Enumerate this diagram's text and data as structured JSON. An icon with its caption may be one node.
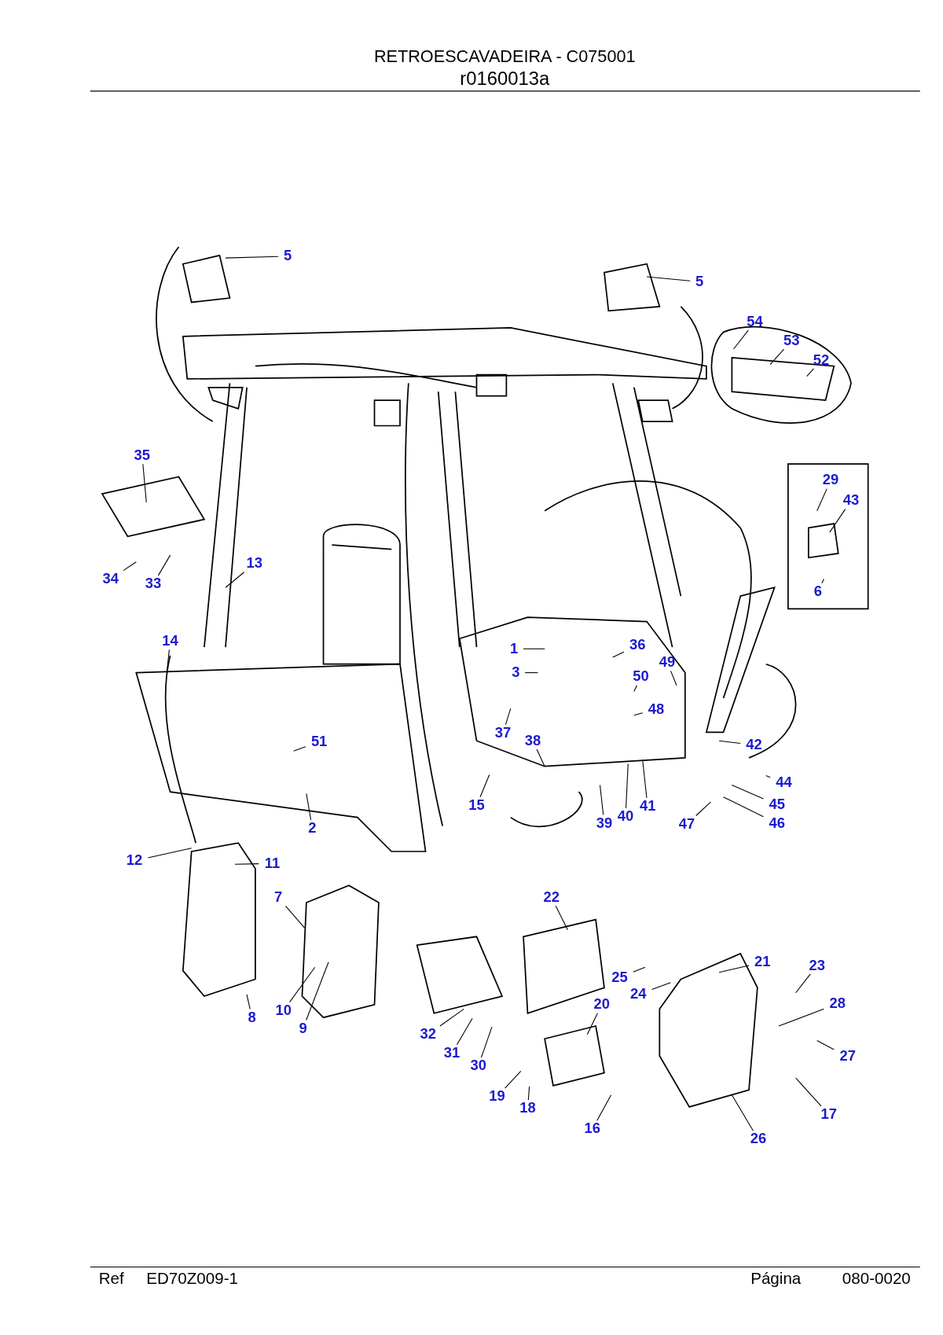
{
  "diagram": {
    "title": "RETROESCAVADEIRA - C075001",
    "nodes": [
      {
        "text": [
          "5"
        ]
      },
      {
        "text": [
          "5"
        ]
      },
      {
        "text": [
          "54"
        ]
      },
      {
        "text": [
          "53"
        ]
      },
      {
        "text": [
          "52"
        ]
      },
      {
        "text": [
          "35"
        ]
      },
      {
        "text": [
          "29"
        ]
      },
      {
        "text": [
          "43"
        ]
      },
      {
        "text": [
          "34"
        ]
      },
      {
        "text": [
          "33"
        ]
      },
      {
        "text": [
          "13"
        ]
      },
      {
        "text": [
          "6"
        ]
      },
      {
        "text": [
          "14"
        ]
      },
      {
        "text": [
          "1"
        ]
      },
      {
        "text": [
          "36"
        ]
      },
      {
        "text": [
          "3"
        ]
      },
      {
        "text": [
          "49"
        ]
      },
      {
        "text": [
          "50"
        ]
      },
      {
        "text": [
          "48"
        ]
      },
      {
        "text": [
          "37"
        ]
      },
      {
        "text": [
          "38"
        ]
      },
      {
        "text": [
          "51"
        ]
      },
      {
        "text": [
          "42"
        ]
      },
      {
        "text": [
          "15"
        ]
      },
      {
        "text": [
          "44"
        ]
      },
      {
        "text": [
          "39"
        ]
      },
      {
        "text": [
          "40"
        ]
      },
      {
        "text": [
          "41"
        ]
      },
      {
        "text": [
          "45"
        ]
      },
      {
        "text": [
          "2"
        ]
      },
      {
        "text": [
          "47"
        ]
      },
      {
        "text": [
          "46"
        ]
      },
      {
        "text": [
          "12"
        ]
      },
      {
        "text": [
          "11"
        ]
      },
      {
        "text": [
          "7"
        ]
      },
      {
        "text": [
          "22"
        ]
      },
      {
        "text": [
          "21"
        ]
      },
      {
        "text": [
          "23"
        ]
      },
      {
        "text": [
          "25"
        ]
      },
      {
        "text": [
          "24"
        ]
      },
      {
        "text": [
          "8"
        ]
      },
      {
        "text": [
          "10"
        ]
      },
      {
        "text": [
          "9"
        ]
      },
      {
        "text": [
          "20"
        ]
      },
      {
        "text": [
          "28"
        ]
      },
      {
        "text": [
          "32"
        ]
      },
      {
        "text": [
          "27"
        ]
      },
      {
        "text": [
          "31"
        ]
      },
      {
        "text": [
          "30"
        ]
      },
      {
        "text": [
          "19"
        ]
      },
      {
        "text": [
          "18"
        ]
      },
      {
        "text": [
          "17"
        ]
      },
      {
        "text": [
          "16"
        ]
      },
      {
        "text": [
          "26"
        ]
      }
    ],
    "edges": [
      {
        "from": 0,
        "to": null,
        "arrow": "none"
      },
      {
        "from": 1,
        "to": null,
        "arrow": "none"
      },
      {
        "from": 2,
        "to": null,
        "arrow": "none"
      },
      {
        "from": 3,
        "to": null,
        "arrow": "none"
      },
      {
        "from": 4,
        "to": null,
        "arrow": "none"
      },
      {
        "from": 5,
        "to": null,
        "arrow": "none"
      },
      {
        "from": 6,
        "to": null,
        "arrow": "none"
      },
      {
        "from": 7,
        "to": null,
        "arrow": "none"
      },
      {
        "from": 8,
        "to": null,
        "arrow": "none"
      },
      {
        "from": 9,
        "to": null,
        "arrow": "none"
      },
      {
        "from": 10,
        "to": null,
        "arrow": "none"
      },
      {
        "from": 11,
        "to": null,
        "arrow": "none"
      },
      {
        "from": 12,
        "to": null,
        "arrow": "none"
      },
      {
        "from": 13,
        "to": null,
        "arrow": "none"
      },
      {
        "from": 14,
        "to": null,
        "arrow": "none"
      },
      {
        "from": 15,
        "to": null,
        "arrow": "none"
      },
      {
        "from": 16,
        "to": null,
        "arrow": "none"
      },
      {
        "from": 17,
        "to": null,
        "arrow": "none"
      },
      {
        "from": 18,
        "to": null,
        "arrow": "none"
      },
      {
        "from": 19,
        "to": null,
        "arrow": "none"
      },
      {
        "from": 20,
        "to": null,
        "arrow": "none"
      },
      {
        "from": 21,
        "to": null,
        "arrow": "none"
      },
      {
        "from": 22,
        "to": null,
        "arrow": "none"
      },
      {
        "from": 23,
        "to": null,
        "arrow": "none"
      },
      {
        "from": 24,
        "to": null,
        "arrow": "none"
      },
      {
        "from": 25,
        "to": null,
        "arrow": "none"
      },
      {
        "from": 26,
        "to": null,
        "arrow": "none"
      },
      {
        "from": 27,
        "to": null,
        "arrow": "none"
      },
      {
        "from": 28,
        "to": null,
        "arrow": "none"
      },
      {
        "from": 29,
        "to": null,
        "arrow": "none"
      },
      {
        "from": 30,
        "to": null,
        "arrow": "none"
      },
      {
        "from": 31,
        "to": null,
        "arrow": "none"
      },
      {
        "from": 32,
        "to": null,
        "arrow": "none"
      },
      {
        "from": 33,
        "to": null,
        "arrow": "none"
      },
      {
        "from": 34,
        "to": null,
        "arrow": "none"
      },
      {
        "from": 35,
        "to": null,
        "arrow": "none"
      },
      {
        "from": 36,
        "to": null,
        "arrow": "none"
      },
      {
        "from": 37,
        "to": null,
        "arrow": "none"
      },
      {
        "from": 38,
        "to": null,
        "arrow": "none"
      },
      {
        "from": 39,
        "to": null,
        "arrow": "none"
      },
      {
        "from": 40,
        "to": null,
        "arrow": "none"
      },
      {
        "from": 41,
        "to": null,
        "arrow": "none"
      },
      {
        "from": 42,
        "to": null,
        "arrow": "none"
      },
      {
        "from": 43,
        "to": null,
        "arrow": "none"
      },
      {
        "from": 44,
        "to": null,
        "arrow": "none"
      },
      {
        "from": 45,
        "to": null,
        "arrow": "none"
      },
      {
        "from": 46,
        "to": null,
        "arrow": "none"
      },
      {
        "from": 47,
        "to": null,
        "arrow": "none"
      },
      {
        "from": 48,
        "to": null,
        "arrow": "none"
      },
      {
        "from": 49,
        "to": null,
        "arrow": "none"
      },
      {
        "from": 50,
        "to": null,
        "arrow": "none"
      },
      {
        "from": 51,
        "to": null,
        "arrow": "none"
      },
      {
        "from": 52,
        "to": null,
        "arrow": "none"
      },
      {
        "from": 53,
        "to": null,
        "arrow": "none"
      }
    ],
    "labels": [
      "r0160013a",
      "Ref",
      "ED70Z009-1",
      "Página",
      "080-0020"
    ]
  }
}
